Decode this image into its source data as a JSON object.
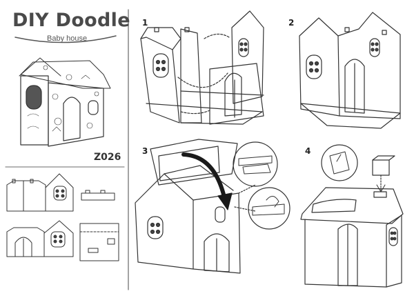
{
  "brand": {
    "title": "DIY Doodle",
    "subtitle": "Baby house",
    "model_code": "Z026"
  },
  "steps": [
    {
      "number": "1"
    },
    {
      "number": "2"
    },
    {
      "number": "3"
    },
    {
      "number": "4"
    }
  ],
  "colors": {
    "line": "#333333",
    "divider": "#666666",
    "arrow": "#1a1a1a",
    "window_fill": "#444444"
  }
}
